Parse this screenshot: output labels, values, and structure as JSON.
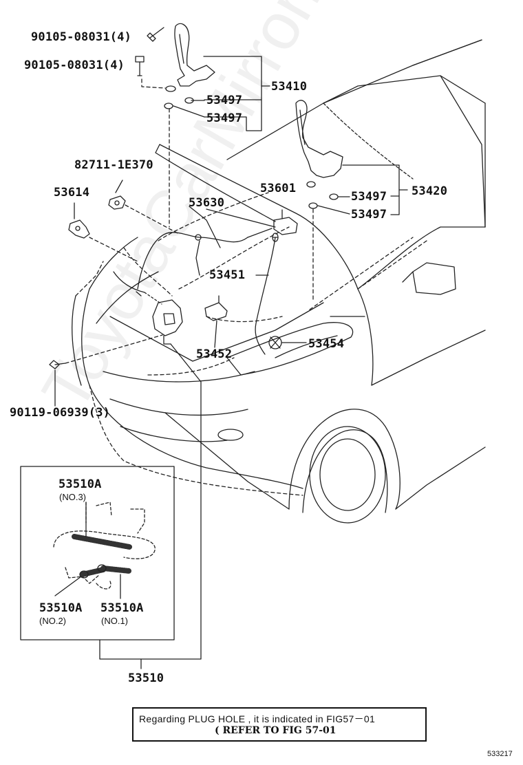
{
  "watermark": "ToyotaCarMirror.ru",
  "labels": {
    "bolt_upper": "90105-08031(4)",
    "bolt_lower": "90105-08031(4)",
    "hinge_left": "53410",
    "washer_1": "53497",
    "washer_2": "53497",
    "clip_82711": "82711-1E370",
    "part_53614": "53614",
    "part_53630": "53630",
    "part_53601": "53601",
    "hinge_right": "53420",
    "washer_3": "53497",
    "washer_4": "53497",
    "stay_53451": "53451",
    "part_53454": "53454",
    "lock_53452": "53452",
    "bolt_90119": "90119-06939(3)",
    "cable_no3": "53510A",
    "cable_no3_sub": "(NO.3)",
    "cable_no2": "53510A",
    "cable_no2_sub": "(NO.2)",
    "cable_no1": "53510A",
    "cable_no1_sub": "(NO.1)",
    "cable_assy": "53510"
  },
  "note": {
    "line1": "Regarding  PLUG HOLE , it is indicated in FIG57－01",
    "line2": "( REFER TO FIG 57-01"
  },
  "figure_code": "533217"
}
